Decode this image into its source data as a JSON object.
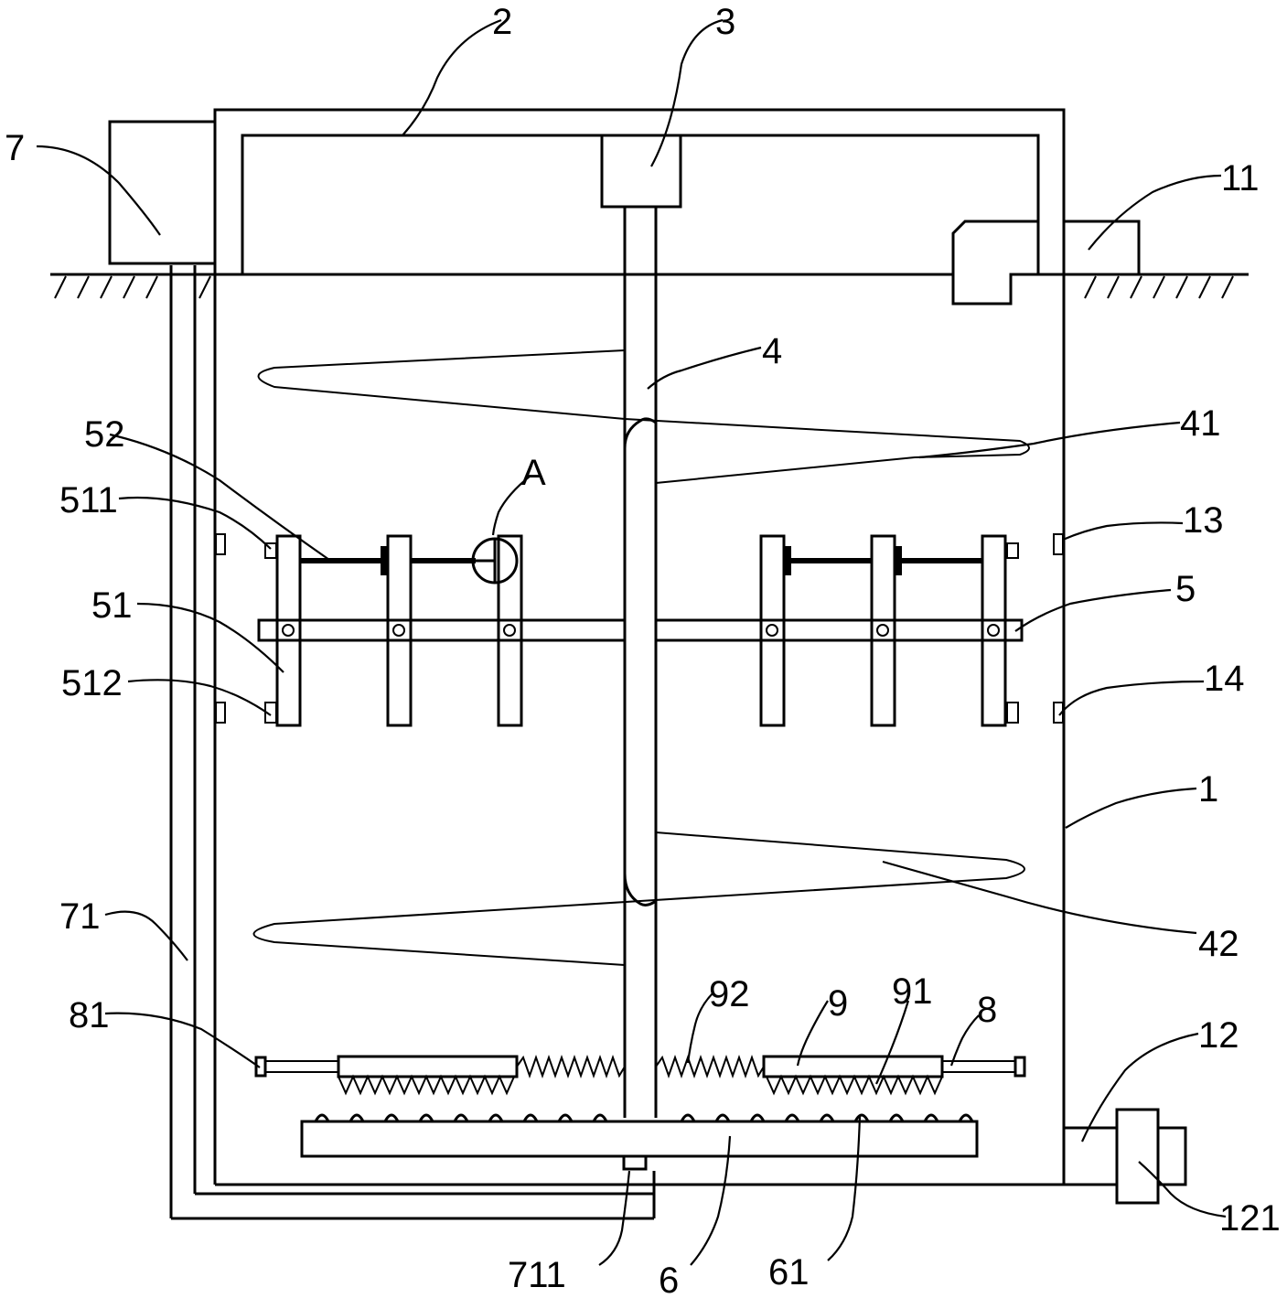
{
  "labels": {
    "l1": "1",
    "l2": "2",
    "l3": "3",
    "l4": "4",
    "l5": "5",
    "l6": "6",
    "l7": "7",
    "l8": "8",
    "l9": "9",
    "l11": "11",
    "l12": "12",
    "l13": "13",
    "l14": "14",
    "l41": "41",
    "l42": "42",
    "l51": "51",
    "l52": "52",
    "l61": "61",
    "l71": "71",
    "l81": "81",
    "l91": "91",
    "l92": "92",
    "l121": "121",
    "l511": "511",
    "l512": "512",
    "l711": "711",
    "lA": "A"
  }
}
